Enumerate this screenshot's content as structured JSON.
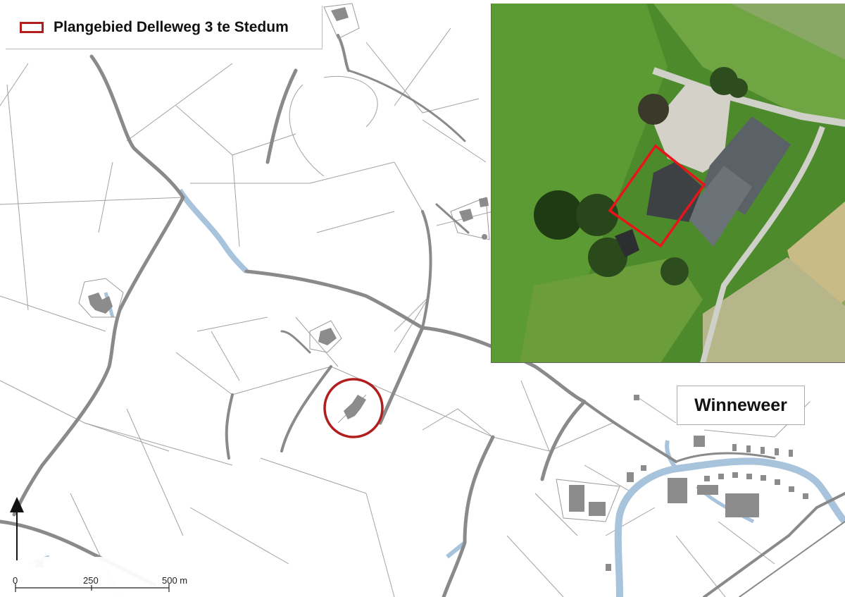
{
  "legend": {
    "label": "Plangebied Delleweg 3 te Stedum",
    "swatch_color": "#b01e1e"
  },
  "place_label": "Winneweer",
  "scale_bar": {
    "labels": [
      "0",
      "250",
      "500 m"
    ]
  },
  "north_arrow": {
    "icon": "north-arrow-icon"
  },
  "colors": {
    "road": "#8a8a8a",
    "water": "#a8c3dc",
    "building": "#8c8c8c",
    "parcel_line": "#9a9a9a",
    "highlight": "#b01e1e",
    "inset_outline": "#e8141c"
  }
}
